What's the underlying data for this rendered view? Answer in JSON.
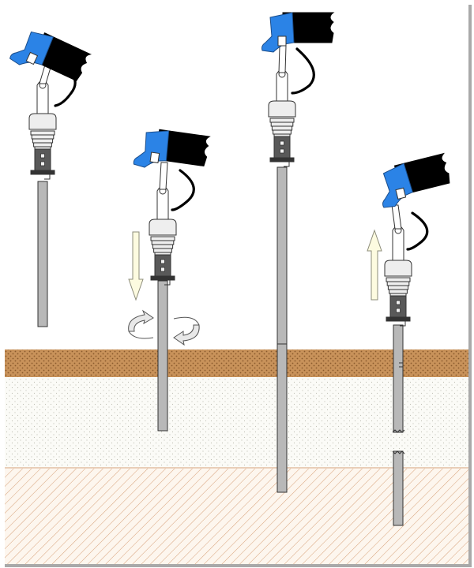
{
  "diagram": {
    "colors": {
      "background": "#ffffff",
      "frame_shadow": "#a9a9a9",
      "crust_layer": "#c8925a",
      "crust_dots": "#8a5a2c",
      "sand_layer": "#fbfbf7",
      "sand_dots": "#bfbfb4",
      "base_layer": "#fdf6ee",
      "base_hatch": "#d7a27a",
      "rod": "#b8b8b8",
      "rod_outline": "#333333",
      "coupling": "#595959",
      "coupling_hole": "#f2f2f2",
      "clamp": "#eeeeee",
      "motor_blue": "#2b83e6",
      "motor_black": "#000000",
      "arrow_fill": "#fdfbe0",
      "arrow_outline": "#8c8c7a",
      "rotation_fill": "#e8e8e8",
      "rotation_outline": "#555555"
    },
    "stages": [
      {
        "id": "attach",
        "action": "rig-only"
      },
      {
        "id": "drive",
        "action": "push-down-rotate"
      },
      {
        "id": "extended",
        "action": "rod-extended"
      },
      {
        "id": "extract",
        "action": "pull-up"
      }
    ],
    "layers": [
      "crust",
      "sand",
      "base"
    ],
    "indicators": [
      "down-arrow",
      "rotation-arrows",
      "up-arrow"
    ]
  }
}
